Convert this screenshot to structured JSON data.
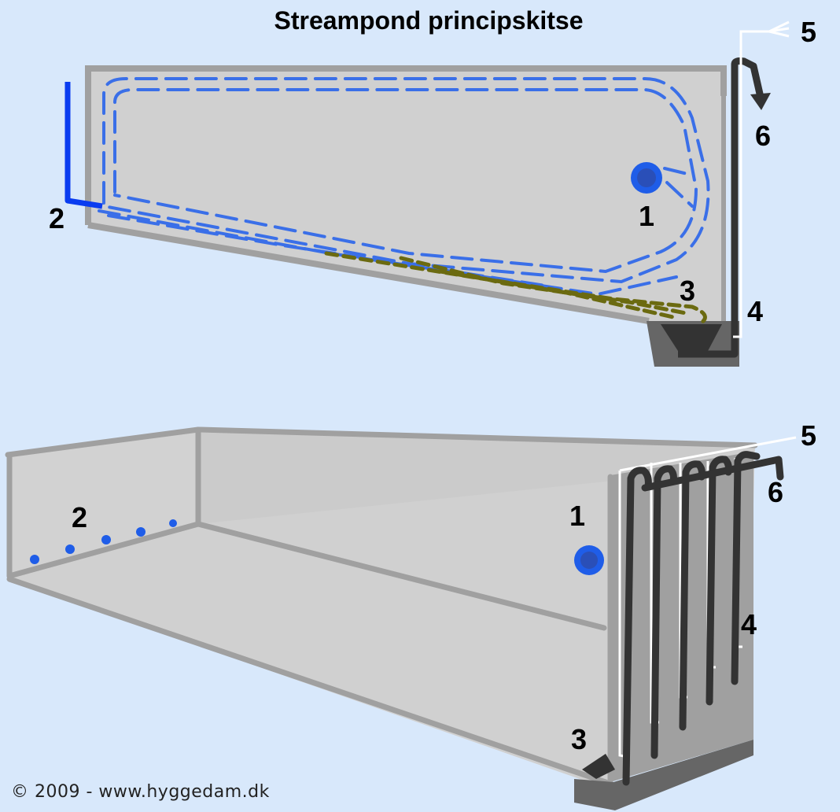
{
  "title": "Streampond principskitse",
  "copyright": "© 2009  -  www.hyggedam.dk",
  "labels": {
    "top": {
      "l1": "1",
      "l2": "2",
      "l3": "3",
      "l4": "4",
      "l5": "5",
      "l6": "6"
    },
    "bottom": {
      "l1": "1",
      "l2": "2",
      "l3": "3",
      "l4": "4",
      "l5": "5",
      "l6": "6"
    }
  },
  "colors": {
    "background": "#d8e8fb",
    "pond": "#d0d0d0",
    "wall": "#a0a0a0",
    "inlet": "#0a3cf0",
    "flow": "#3a6fe8",
    "sediment": "#6b6a10",
    "pipe": "#333333",
    "air": "#ffffff"
  }
}
